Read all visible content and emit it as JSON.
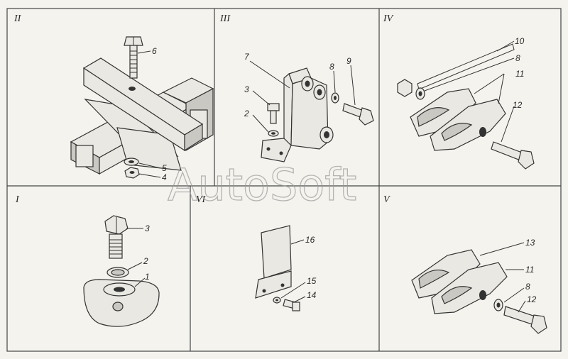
{
  "panels": {
    "II": "II",
    "III": "III",
    "IV": "IV",
    "I": "I",
    "VI": "VI",
    "V": "V"
  },
  "callouts": {
    "p2_6": "6",
    "p2_5": "5",
    "p2_4": "4",
    "p3_7": "7",
    "p3_3": "3",
    "p3_2": "2",
    "p3_8": "8",
    "p3_9": "9",
    "p4_10": "10",
    "p4_8": "8",
    "p4_11": "11",
    "p4_12": "12",
    "p1_3": "3",
    "p1_2": "2",
    "p1_1": "1",
    "p6_16": "16",
    "p6_15": "15",
    "p6_14": "14",
    "p5_13": "13",
    "p5_11": "11",
    "p5_8": "8",
    "p5_12": "12"
  },
  "watermark": "AutoSoft"
}
